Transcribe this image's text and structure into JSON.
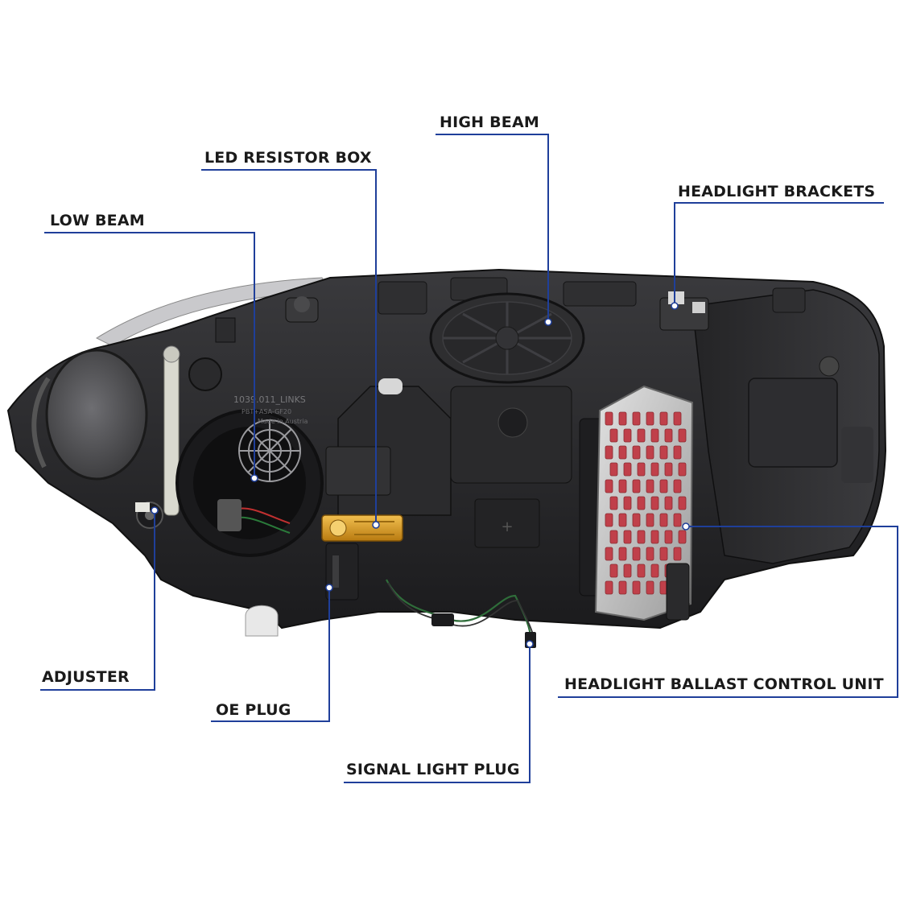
{
  "callouts": {
    "high_beam": "HIGH BEAM",
    "led_resistor_box": "LED RESISTOR BOX",
    "headlight_brackets": "HEADLIGHT BRACKETS",
    "low_beam": "LOW BEAM",
    "adjuster": "ADJUSTER",
    "oe_plug": "OE PLUG",
    "signal_light_plug": "SIGNAL LIGHT PLUG",
    "headlight_ballast_control_unit": "HEADLIGHT BALLAST CONTROL UNIT"
  },
  "housing_markings": {
    "part_code": "1039.011_LINKS",
    "material": "PBT+ASA-GF20",
    "origin": "Made in Austria"
  },
  "colors": {
    "leader_line": "#1f3f9a",
    "label_text": "#1a1a1a",
    "housing": "#2a2a2c",
    "ballast_heatsink": "#c0404a",
    "resistor_box": "#e0a020"
  }
}
